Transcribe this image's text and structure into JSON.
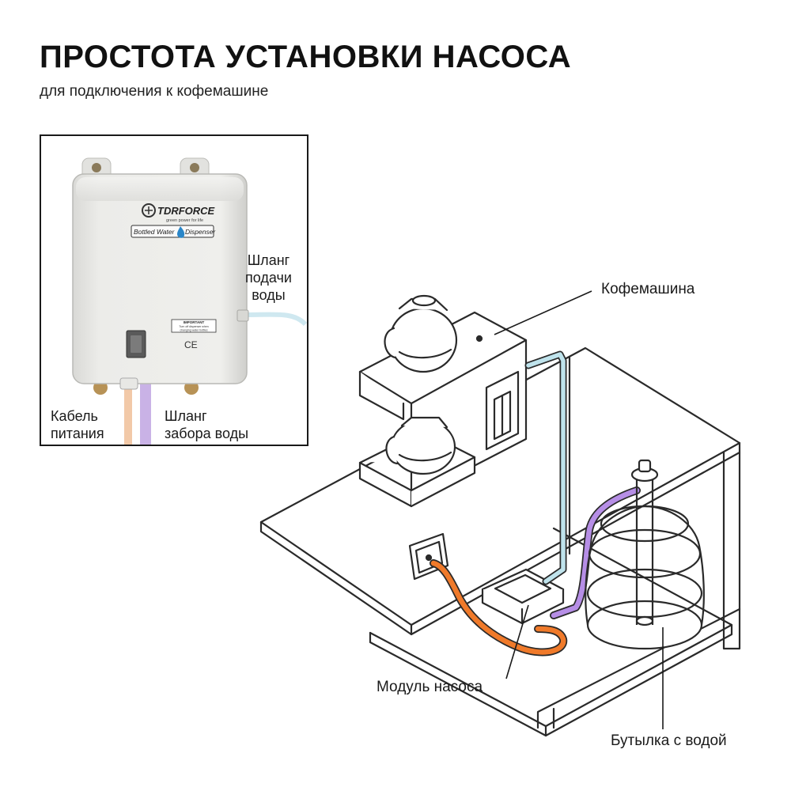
{
  "header": {
    "title": "ПРОСТОТА УСТАНОВКИ НАСОСА",
    "subtitle": "для подключения к кофемашине"
  },
  "device": {
    "brand": "TDRFORCE",
    "tagline": "green power for life",
    "product_label_left": "Bottled Water",
    "product_label_right": "Dispenser",
    "notice_title": "IMPORTANT",
    "notice_line1": "Turn off dispenser when",
    "notice_line2": "changing water bottles",
    "ce_mark": "CE"
  },
  "inset_labels": {
    "supply_hose": [
      "Шланг",
      "подачи",
      "воды"
    ],
    "power_cable": [
      "Кабель",
      "питания"
    ],
    "intake_hose": [
      "Шланг",
      "забора воды"
    ]
  },
  "callouts": {
    "coffee_machine": "Кофемашина",
    "pump_module": "Модуль насоса",
    "water_bottle": "Бутылка с водой"
  },
  "colors": {
    "supply_hose": "#bfe3ec",
    "intake_hose": "#b68ee6",
    "power_cable": "#f07a2a",
    "outline": "#2a2a2a"
  }
}
